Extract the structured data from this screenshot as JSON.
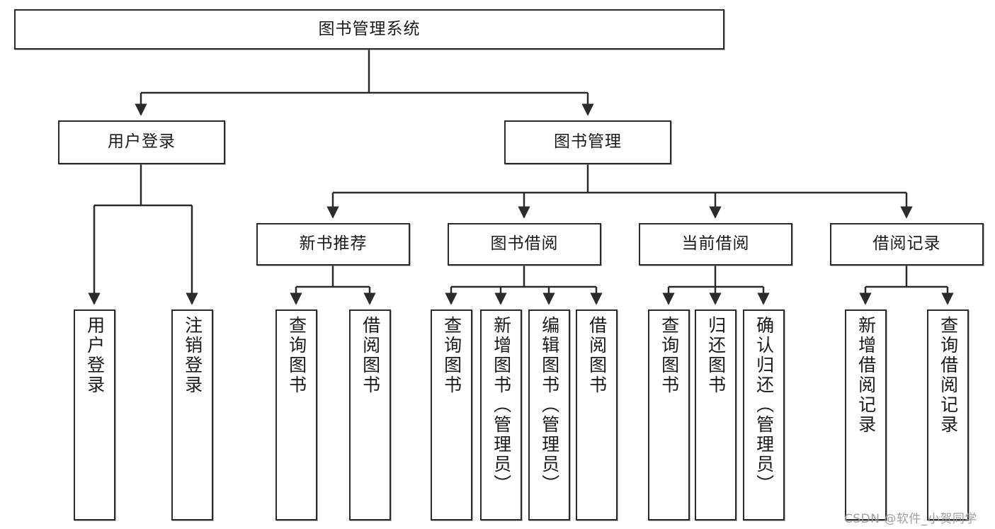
{
  "diagram": {
    "type": "tree",
    "title": "图书管理系统",
    "levels": {
      "root": {
        "label": "图书管理系统"
      },
      "level2": [
        {
          "id": "user-login",
          "label": "用户登录"
        },
        {
          "id": "book-manage",
          "label": "图书管理"
        }
      ],
      "level3": [
        {
          "id": "new-book-recommend",
          "label": "新书推荐",
          "parent": "book-manage"
        },
        {
          "id": "book-borrow",
          "label": "图书借阅",
          "parent": "book-manage"
        },
        {
          "id": "current-borrow",
          "label": "当前借阅",
          "parent": "book-manage"
        },
        {
          "id": "borrow-record",
          "label": "借阅记录",
          "parent": "book-manage"
        }
      ],
      "leaves": [
        {
          "id": "leaf-user-login",
          "label": "用户登录",
          "parent": "user-login"
        },
        {
          "id": "leaf-logout-login",
          "label": "注销登录",
          "parent": "user-login"
        },
        {
          "id": "leaf-query-book-1",
          "label": "查询图书",
          "parent": "new-book-recommend"
        },
        {
          "id": "leaf-borrow-book-1",
          "label": "借阅图书",
          "parent": "new-book-recommend"
        },
        {
          "id": "leaf-query-book-2",
          "label": "查询图书",
          "parent": "book-borrow"
        },
        {
          "id": "leaf-add-book",
          "label": "新增图书（管理员）",
          "parent": "book-borrow"
        },
        {
          "id": "leaf-edit-book",
          "label": "编辑图书（管理员）",
          "parent": "book-borrow"
        },
        {
          "id": "leaf-borrow-book-2",
          "label": "借阅图书",
          "parent": "book-borrow"
        },
        {
          "id": "leaf-query-book-3",
          "label": "查询图书",
          "parent": "current-borrow"
        },
        {
          "id": "leaf-return-book",
          "label": "归还图书",
          "parent": "current-borrow"
        },
        {
          "id": "leaf-confirm-return",
          "label": "确认归还（管理员）",
          "parent": "current-borrow"
        },
        {
          "id": "leaf-add-record",
          "label": "新增借阅记录",
          "parent": "borrow-record"
        },
        {
          "id": "leaf-query-record",
          "label": "查询借阅记录",
          "parent": "borrow-record"
        }
      ]
    }
  },
  "watermark": {
    "text": "CSDN @软件_小贺同学"
  },
  "colors": {
    "stroke": "#2b2b2b",
    "fill": "#ffffff",
    "text": "#1a1a1a",
    "watermark": "#9a9a9a"
  }
}
